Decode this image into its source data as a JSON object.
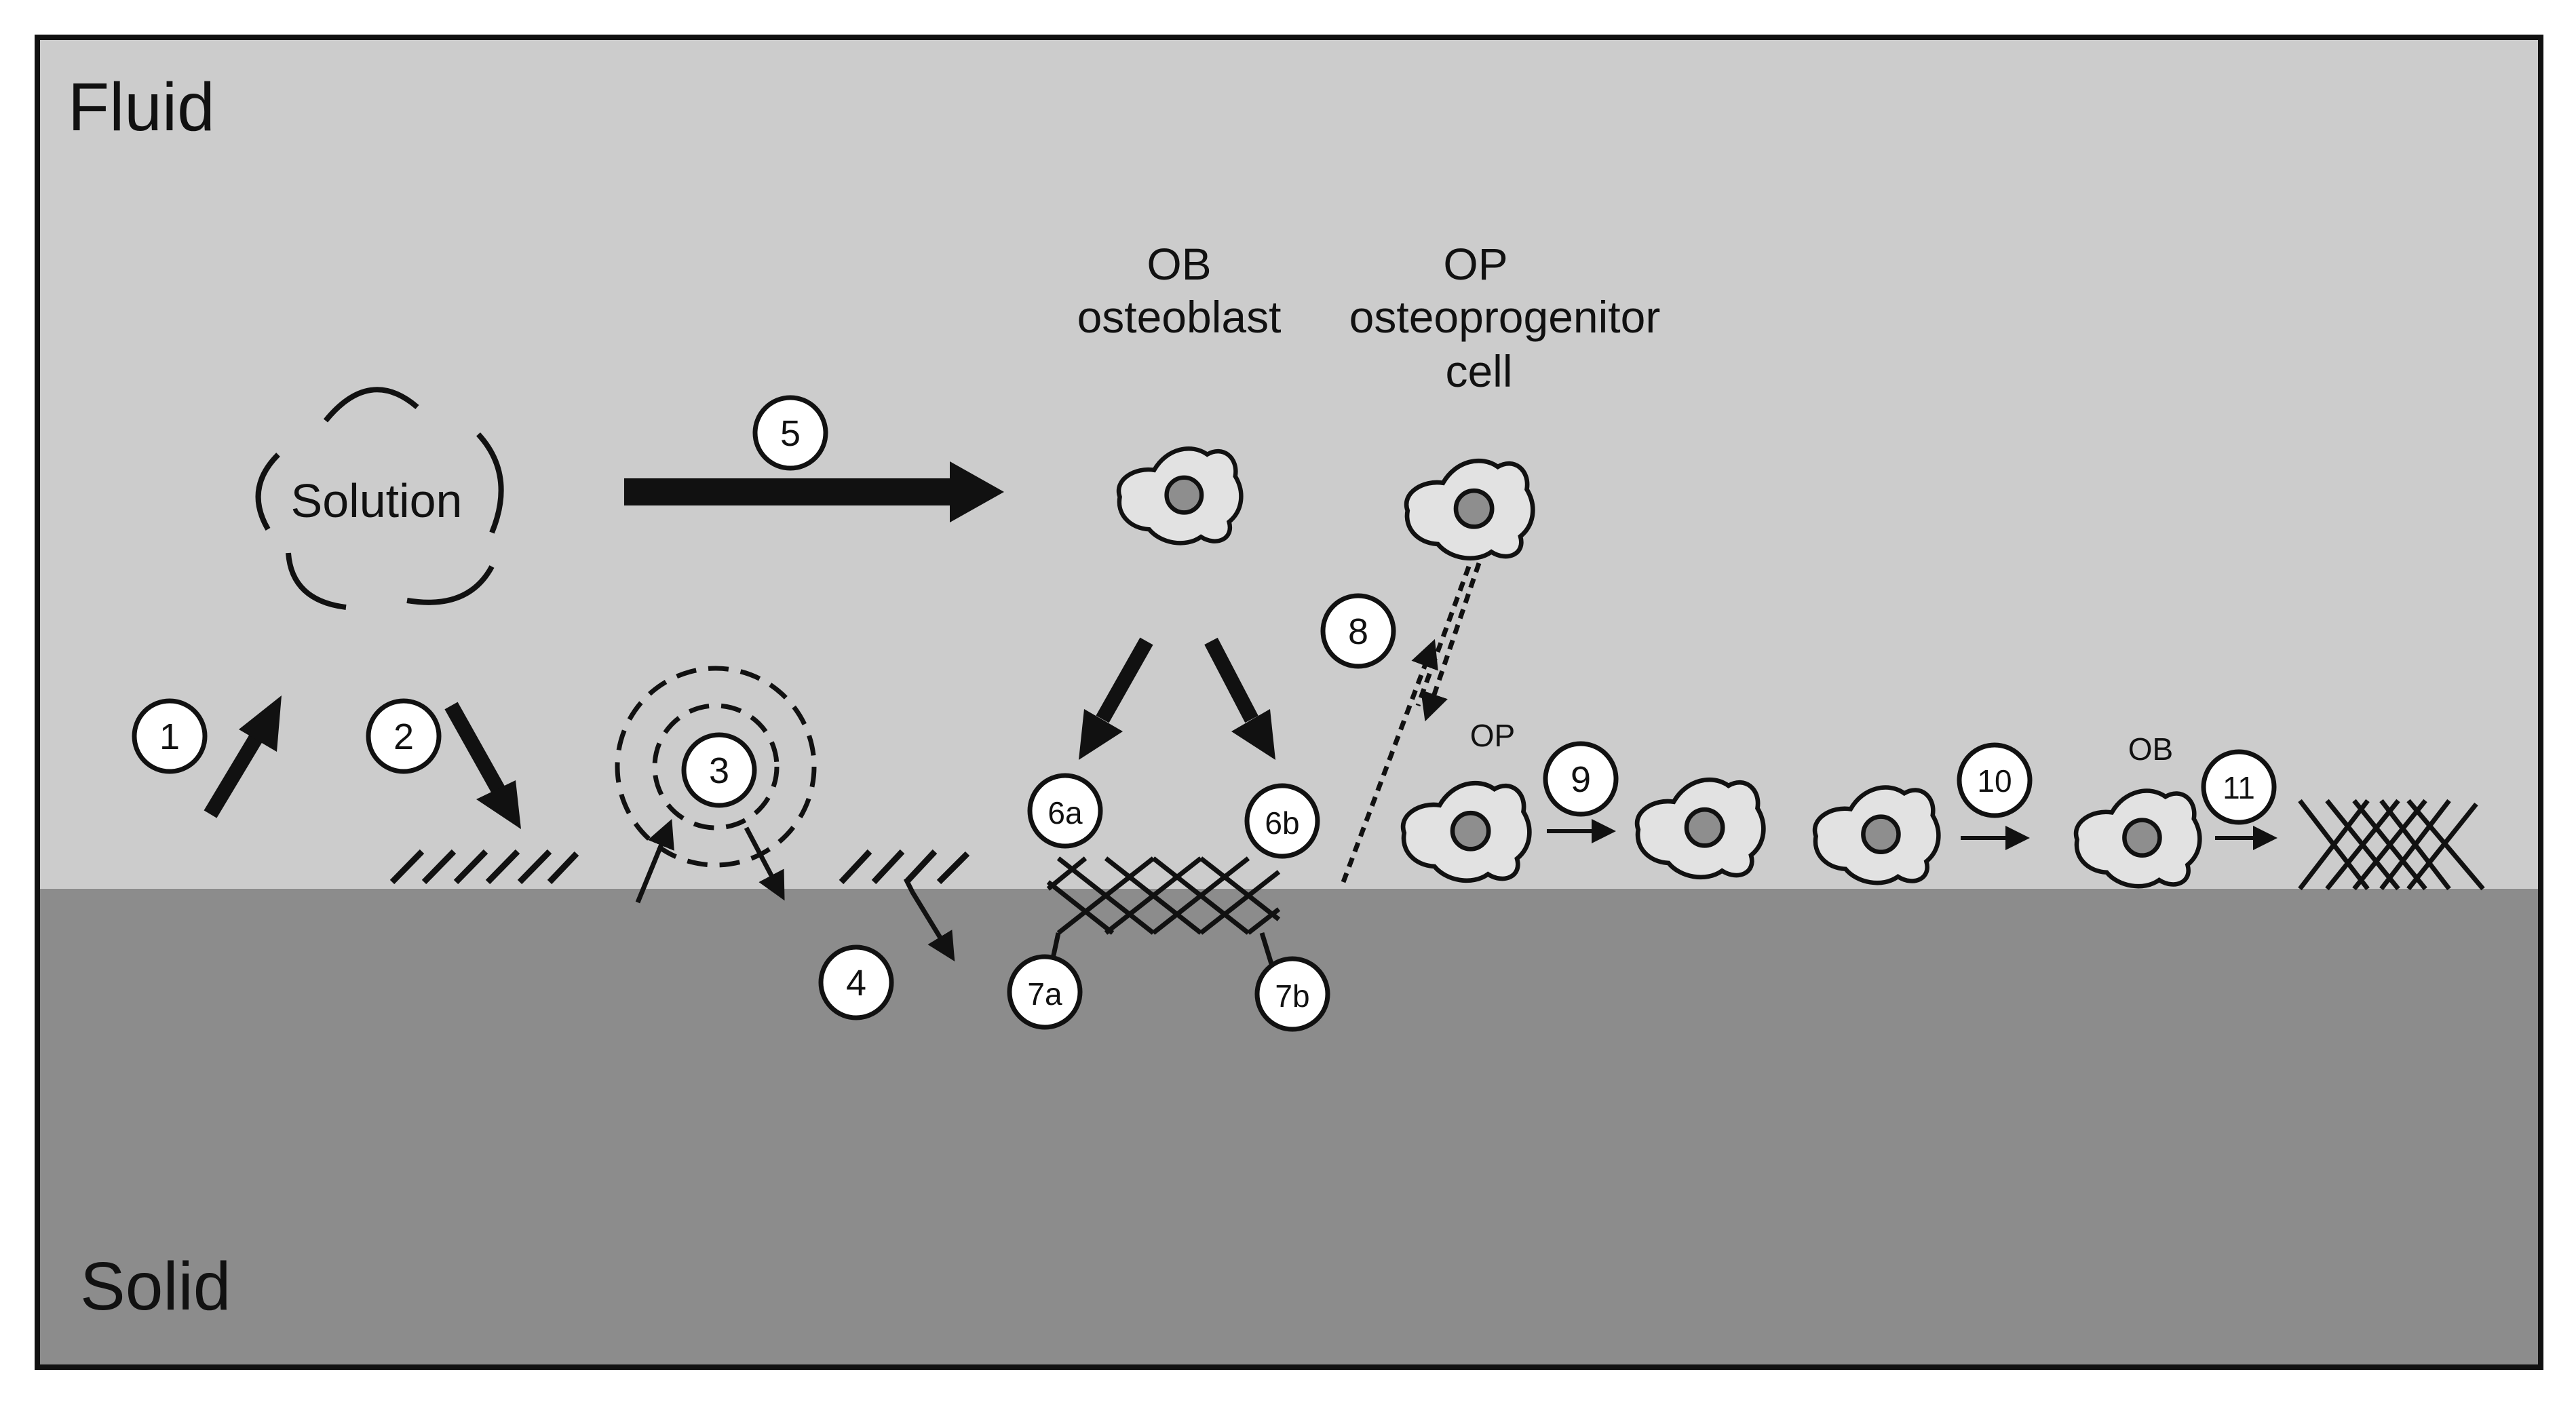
{
  "regions": {
    "top": "Fluid",
    "bottom": "Solid"
  },
  "solution_label": "Solution",
  "cell_labels": {
    "ob_abbr": "OB",
    "ob_name": "osteoblast",
    "op_abbr": "OP",
    "op_name_line1": "osteoprogenitor",
    "op_name_line2": "cell",
    "small_op": "OP",
    "small_ob": "OB"
  },
  "steps": [
    "1",
    "2",
    "3",
    "4",
    "5",
    "6a",
    "6b",
    "7a",
    "7b",
    "8",
    "9",
    "10",
    "11"
  ],
  "colors": {
    "fluid": "#cccccc",
    "solid": "#8c8c8c",
    "cell_fill": "#e2e2e2",
    "nucleus": "#8e8e8e",
    "ink": "#111111"
  }
}
